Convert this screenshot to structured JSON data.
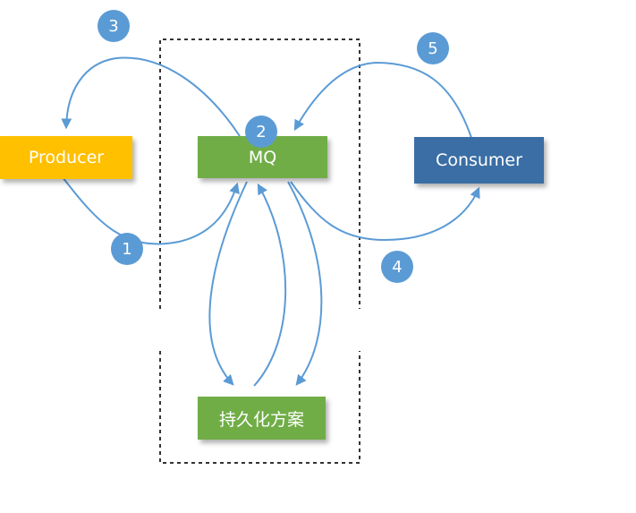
{
  "colors": {
    "producer": "#FFC000",
    "mq": "#70AD47",
    "consumer": "#3A6EA5",
    "persist": "#70AD47",
    "badge": "#5B9BD5",
    "arrow": "#5B9BD5",
    "dashed_border": "#333333"
  },
  "nodes": {
    "producer": "Producer",
    "mq": "MQ",
    "consumer": "Consumer",
    "persist": "持久化方案"
  },
  "steps": [
    "1",
    "2",
    "3",
    "4",
    "5"
  ],
  "icons": {
    "arrowhead": "arrowhead-icon"
  }
}
